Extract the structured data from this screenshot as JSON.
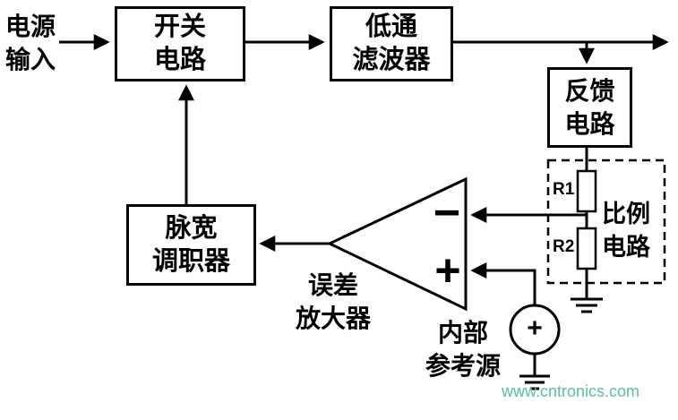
{
  "labels": {
    "power_input": {
      "line1": "电源",
      "line2": "输入"
    },
    "error_amplifier": {
      "line1": "误差",
      "line2": "放大器"
    },
    "internal_reference": {
      "line1": "内部",
      "line2": "参考源"
    }
  },
  "blocks": {
    "switch": {
      "line1": "开关",
      "line2": "电路"
    },
    "low_pass_filter": {
      "line1": "低通",
      "line2": "滤波器"
    },
    "feedback": {
      "line1": "反馈",
      "line2": "电路"
    },
    "pwm": {
      "line1": "脉宽",
      "line2": "调职器"
    }
  },
  "proportional": {
    "r1": "R1",
    "r2": "R2",
    "label_line1": "比例",
    "label_line2": "电路"
  },
  "opamp": {
    "minus": "−",
    "plus": "+"
  },
  "reference_source": {
    "symbol": "+"
  },
  "watermark": {
    "text": "www.cntronics.com",
    "color": "#5bbf9e"
  }
}
